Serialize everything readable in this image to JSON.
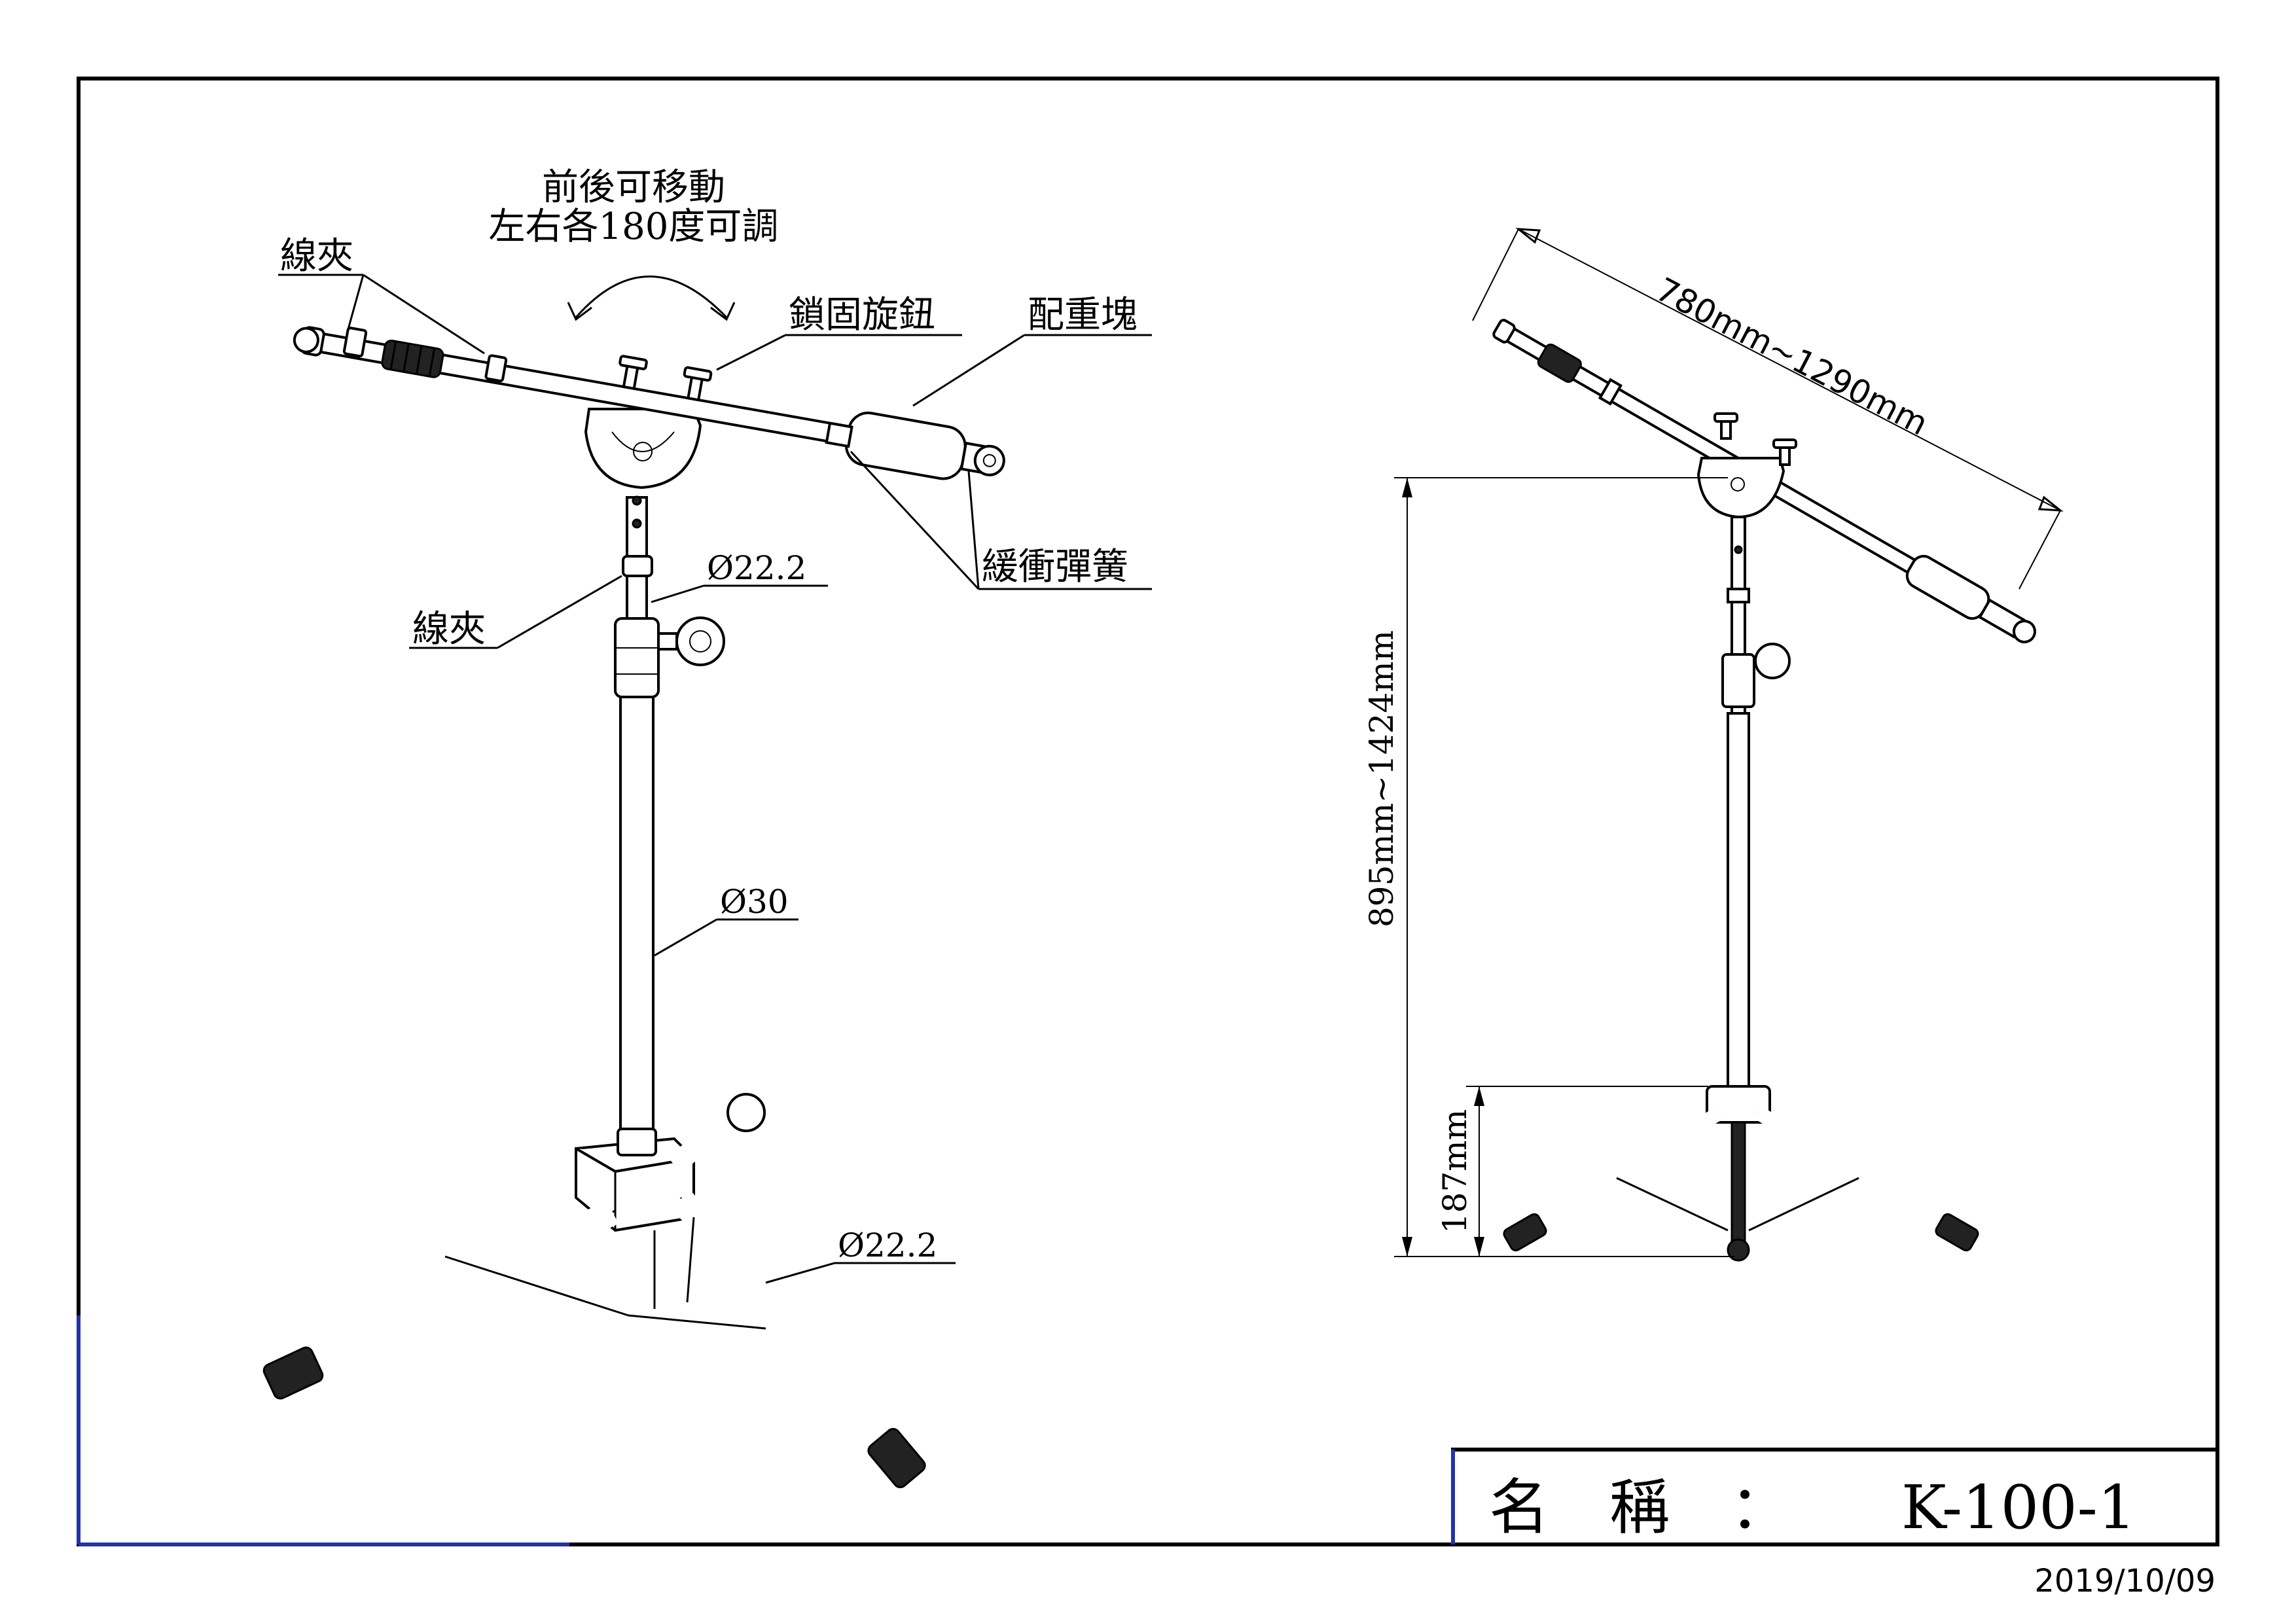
{
  "left_view": {
    "adjust_note": [
      "前後可移動",
      "左右各180度可調"
    ],
    "labels": {
      "cable_clip_top": "線夾",
      "lock_knob": "鎖固旋鈕",
      "counterweight": "配重塊",
      "buffer_spring": "緩衝彈簧",
      "cable_clip_mid": "線夾"
    },
    "diameters": {
      "upper_tube": "Ø22.2",
      "main_tube": "Ø30",
      "leg": "Ø22.2"
    }
  },
  "right_view": {
    "boom_length": "780mm~1290mm",
    "height": "895mm~1424mm",
    "leg_height": "187mm"
  },
  "title_block": {
    "name_label": "名　稱　：",
    "model": "K-100-1"
  },
  "date": "2019/10/09"
}
